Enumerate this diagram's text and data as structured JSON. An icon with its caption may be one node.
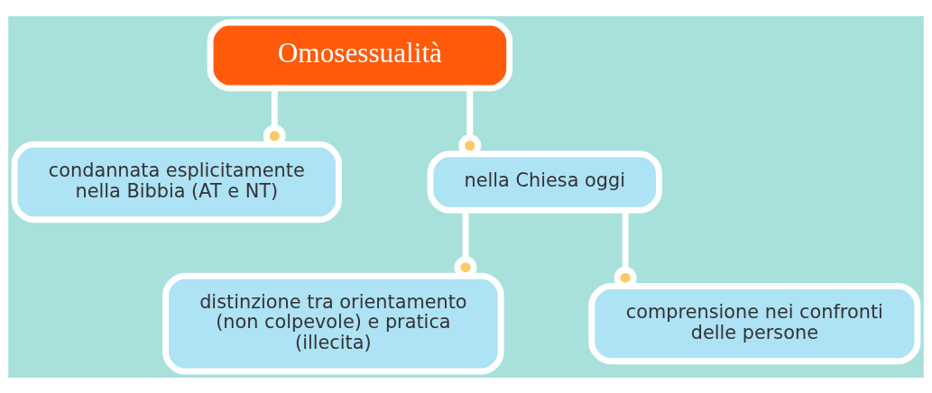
{
  "diagram": {
    "nodes": [
      {
        "text": [
          "Omosessualità"
        ]
      },
      {
        "text": [
          "condannata esplicitamente nella Bibbia (AT e NT)"
        ]
      },
      {
        "text": [
          "nella Chiesa oggi"
        ]
      },
      {
        "text": [
          "distinzione tra orientamento (non colpevole) e pratica (illecita)"
        ]
      },
      {
        "text": [
          "comprensione nei confronti delle persone"
        ]
      }
    ],
    "edges": [
      {
        "from": 0,
        "to": 1,
        "arrow": "other"
      },
      {
        "from": 0,
        "to": 2,
        "arrow": "other"
      },
      {
        "from": 2,
        "to": 3,
        "arrow": "other"
      },
      {
        "from": 2,
        "to": 4,
        "arrow": "other"
      }
    ]
  }
}
